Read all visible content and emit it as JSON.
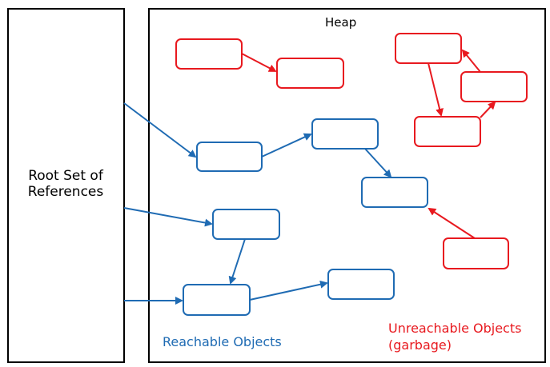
{
  "root_set": {
    "line1": "Root Set of",
    "line2": "References"
  },
  "heap": {
    "title": "Heap"
  },
  "legend": {
    "reachable": "Reachable Objects",
    "unreachable_line1": "Unreachable Objects",
    "unreachable_line2": "(garbage)"
  },
  "colors": {
    "reachable": "#1F6BB3",
    "unreachable": "#E8191F",
    "border": "#000000"
  }
}
